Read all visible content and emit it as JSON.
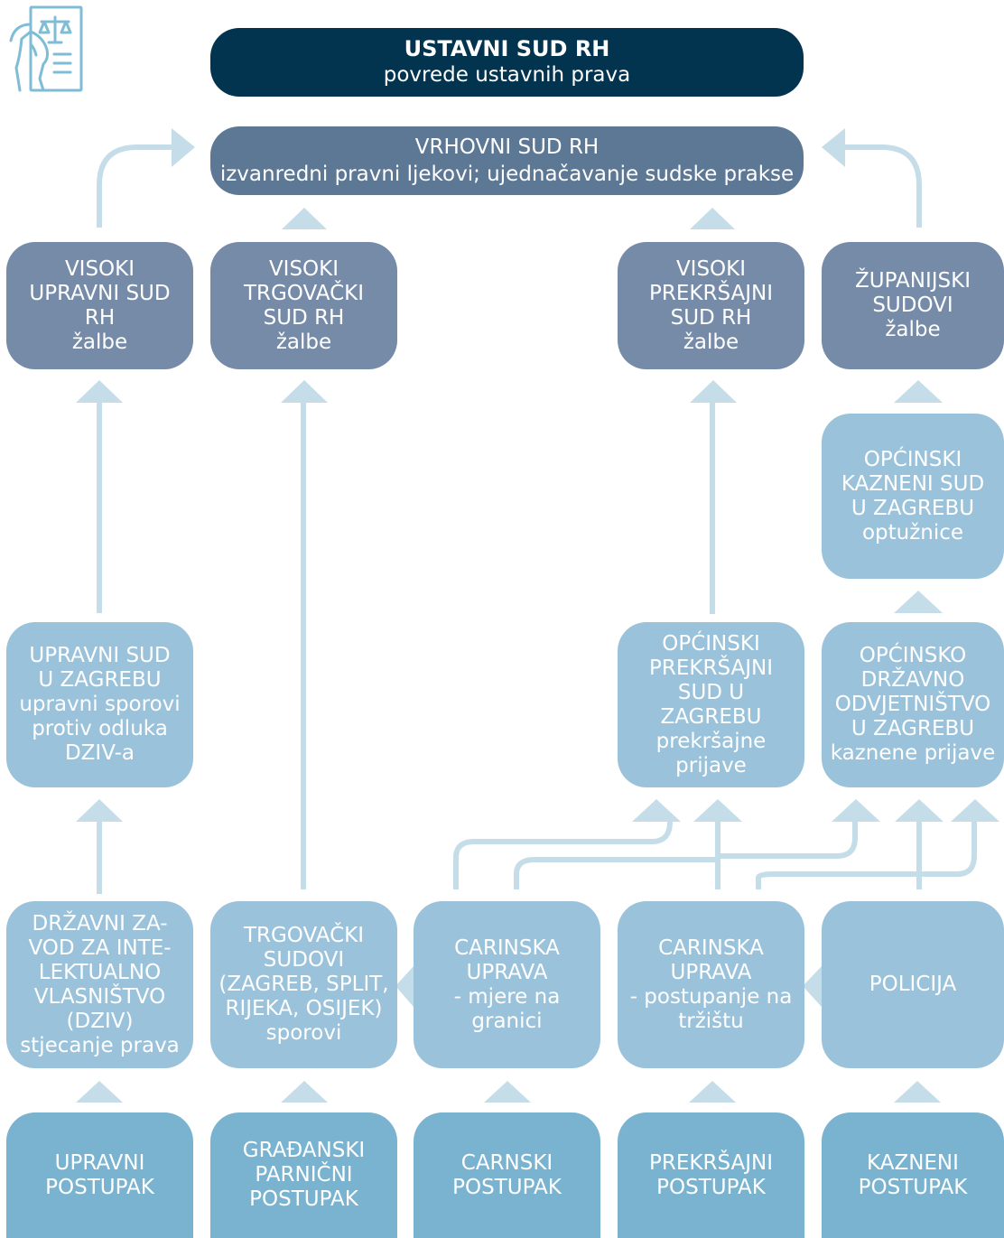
{
  "colors": {
    "dark": "#02334f",
    "navy": "#5d7895",
    "slate": "#768ba8",
    "light": "#9ac2da",
    "base": "#79b3d0",
    "connector": "#c5dde9"
  },
  "icon": "legal-document-scales-icon",
  "top": {
    "title": "USTAVNI SUD RH",
    "subtitle": "povrede ustavnih prava"
  },
  "supreme": {
    "title": "VRHOVNI SUD RH",
    "subtitle": "izvanredni pravni ljekovi; ujednačavanje sudske prakse"
  },
  "high_courts": [
    {
      "title": "VISOKI\nUPRAVNI SUD\nRH",
      "subtitle": "žalbe"
    },
    {
      "title": "VISOKI\nTRGOVAČKI\nSUD RH",
      "subtitle": "žalbe"
    },
    {
      "title": "VISOKI\nPREKRŠAJNI\nSUD RH",
      "subtitle": "žalbe"
    },
    {
      "title": "ŽUPANIJSKI\nSUDOVI",
      "subtitle": "žalbe"
    }
  ],
  "municipal_criminal": {
    "title": "OPĆINSKI\nKAZNENI SUD\nU ZAGREBU",
    "subtitle": "optužnice"
  },
  "middle": [
    {
      "title": "UPRAVNI SUD\nU ZAGREBU",
      "subtitle": "upravni sporovi\nprotiv odluka\nDZIV-a"
    },
    {
      "title": "OPĆINSKI\nPREKRŠAJNI\nSUD U\nZAGREBU",
      "subtitle": "prekršajne\nprijave"
    },
    {
      "title": "OPĆINSKO\nDRŽAVNO\nODVJETNIŠTVO\nU ZAGREBU",
      "subtitle": "kaznene prijave"
    }
  ],
  "first_instance": [
    {
      "title": "DRŽAVNI ZA-\nVOD ZA INTE-\nLEKTUALNO\nVLASNIŠTVO\n(DZIV)",
      "subtitle": "stjecanje prava"
    },
    {
      "title": "TRGOVAČKI\nSUDOVI\n(ZAGREB, SPLIT,\nRIJEKA, OSIJEK)",
      "subtitle": "sporovi"
    },
    {
      "title": "CARINSKA\nUPRAVA",
      "subtitle": "- mjere na\ngranici"
    },
    {
      "title": "CARINSKA\nUPRAVA",
      "subtitle": "- postupanje na\ntržištu"
    },
    {
      "title": "POLICIJA",
      "subtitle": ""
    }
  ],
  "procedures": [
    {
      "label": "UPRAVNI\nPOSTUPAK"
    },
    {
      "label": "GRAĐANSKI\nPARNIČNI\nPOSTUPAK"
    },
    {
      "label": "CARNSKI\nPOSTUPAK"
    },
    {
      "label": "PREKRŠAJNI\nPOSTUPAK"
    },
    {
      "label": "KAZNENI\nPOSTUPAK"
    }
  ]
}
